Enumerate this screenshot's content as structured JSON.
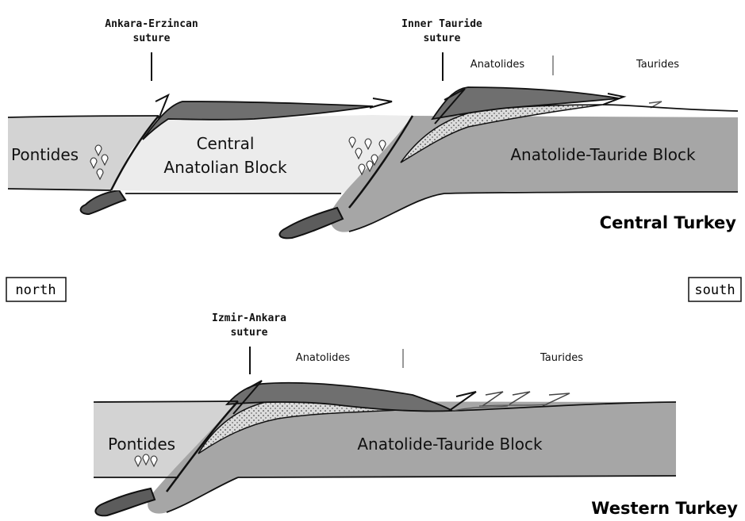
{
  "central": {
    "suture_left": [
      "Ankara-Erzincan",
      "suture"
    ],
    "suture_right": [
      "Inner Tauride",
      "suture"
    ],
    "zone_left": "Anatolides",
    "zone_right": "Taurides",
    "block_north": "Pontides",
    "block_middle": [
      "Central",
      "Anatolian Block"
    ],
    "block_south": "Anatolide-Tauride Block",
    "region_title": "Central Turkey"
  },
  "western": {
    "suture": [
      "Izmir-Ankara",
      "suture"
    ],
    "zone_left": "Anatolides",
    "zone_right": "Taurides",
    "block_north": "Pontides",
    "block_south": "Anatolide-Tauride Block",
    "region_title": "Western Turkey"
  },
  "directions": {
    "north": "north",
    "south": "south"
  },
  "colors": {
    "pontides": "#d3d3d3",
    "central_block": "#ececec",
    "anatolide_block": "#a6a6a6",
    "slab": "#5c5c5c",
    "ophiolite": "#6f6f6f",
    "outline": "#111111"
  }
}
